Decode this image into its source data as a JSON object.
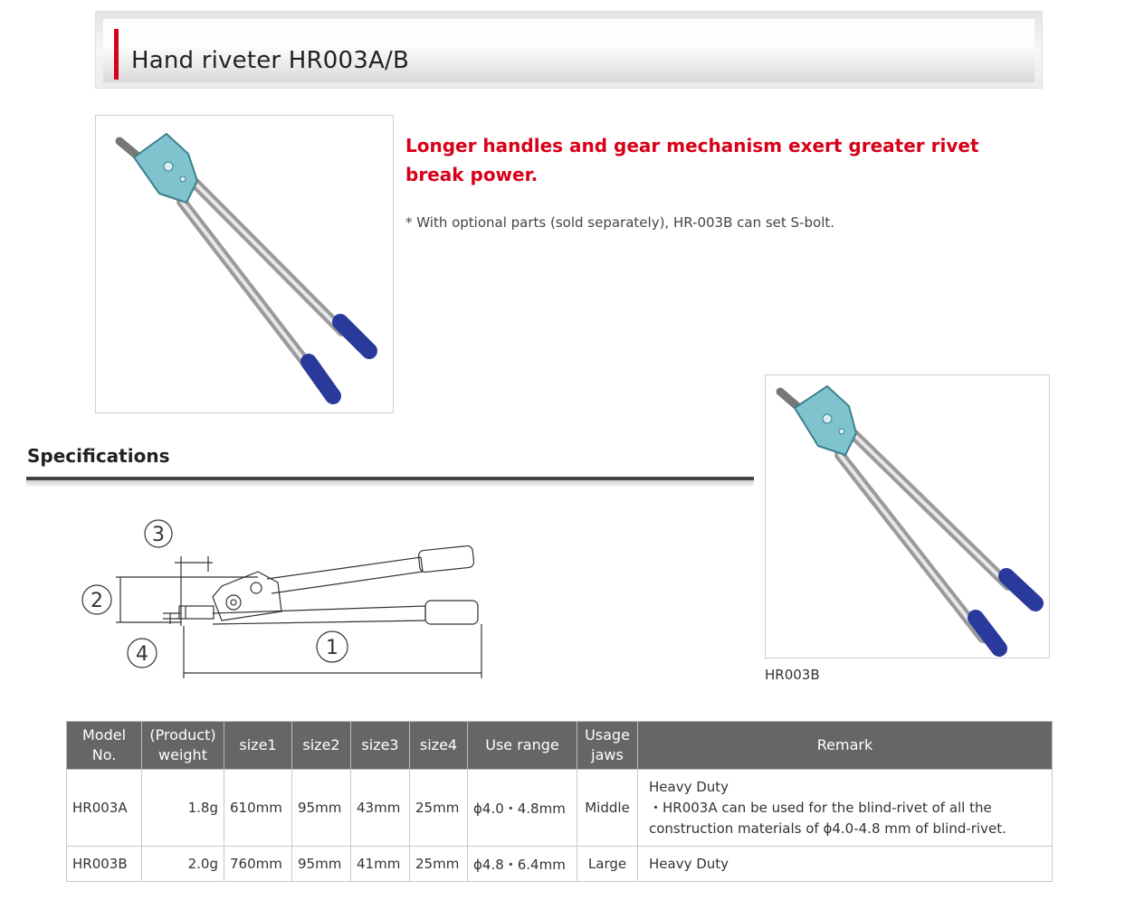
{
  "header": {
    "title": "Hand riveter HR003A/B"
  },
  "intro": {
    "headline": "Longer handles and gear mechanism exert greater rivet break power.",
    "note": "* With optional parts (sold separately), HR-003B can set S-bolt."
  },
  "image_b": {
    "caption": "HR003B"
  },
  "specs": {
    "title": "Specifications",
    "diagram_labels": [
      "3",
      "2",
      "4",
      "1"
    ],
    "table": {
      "headers": [
        "Model No.",
        "(Product) weight",
        "size1",
        "size2",
        "size3",
        "size4",
        "Use range",
        "Usage jaws",
        "Remark"
      ],
      "rows": [
        {
          "model": "HR003A",
          "weight": "1.8g",
          "size1": "610mm",
          "size2": "95mm",
          "size3": "43mm",
          "size4": "25mm",
          "range": "ϕ4.0・4.8mm",
          "jaws": "Middle",
          "remark": [
            "Heavy Duty",
            "・HR003A can be used for the blind-rivet of all the",
            "construction materials of ϕ4.0-4.8 mm of blind-rivet."
          ]
        },
        {
          "model": "HR003B",
          "weight": "2.0g",
          "size1": "760mm",
          "size2": "95mm",
          "size3": "41mm",
          "size4": "25mm",
          "range": "ϕ4.8・6.4mm",
          "jaws": "Large",
          "remark": [
            "Heavy Duty"
          ]
        }
      ]
    }
  },
  "colors": {
    "accent": "#d80018",
    "header_bg": "#666666",
    "tool_body": "#7fc3cf",
    "grip": "#2a3a9c"
  }
}
